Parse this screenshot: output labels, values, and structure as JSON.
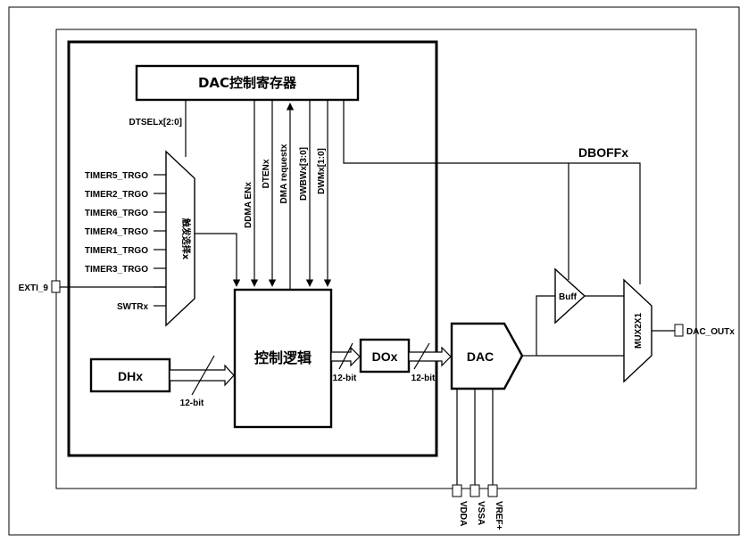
{
  "diagram": {
    "blocks": {
      "dac_ctrl_reg": "DAC控制寄存器",
      "ctrl_logic": "控制逻辑",
      "dhx": "DHx",
      "dox": "DOx",
      "dac": "DAC",
      "buff": "Buff",
      "mux": "MUX2X1",
      "trigger_mux": "触发选择x"
    },
    "trigger_inputs": [
      "TIMER5_TRGO",
      "TIMER2_TRGO",
      "TIMER6_TRGO",
      "TIMER4_TRGO",
      "TIMER1_TRGO",
      "TIMER3_TRGO",
      "",
      "SWTRx"
    ],
    "control_signals": {
      "dtsel": "DTSELx[2:0]",
      "ddmaen": "DDMA ENx",
      "dten": "DTENx",
      "dma_req": "DMA requestx",
      "dwbw": "DWBWx[3:0]",
      "dwm": "DWMx[1:0]",
      "dboff": "DBOFFx"
    },
    "bus_widths": {
      "dhx_bus": "12-bit",
      "ctrl_bus": "12-bit",
      "dox_bus": "12-bit"
    },
    "pins": {
      "exti": "EXTI_9",
      "dac_out": "DAC_OUTx",
      "vdda": "VDDA",
      "vssa": "VSSA",
      "vref": "VREF+"
    }
  }
}
